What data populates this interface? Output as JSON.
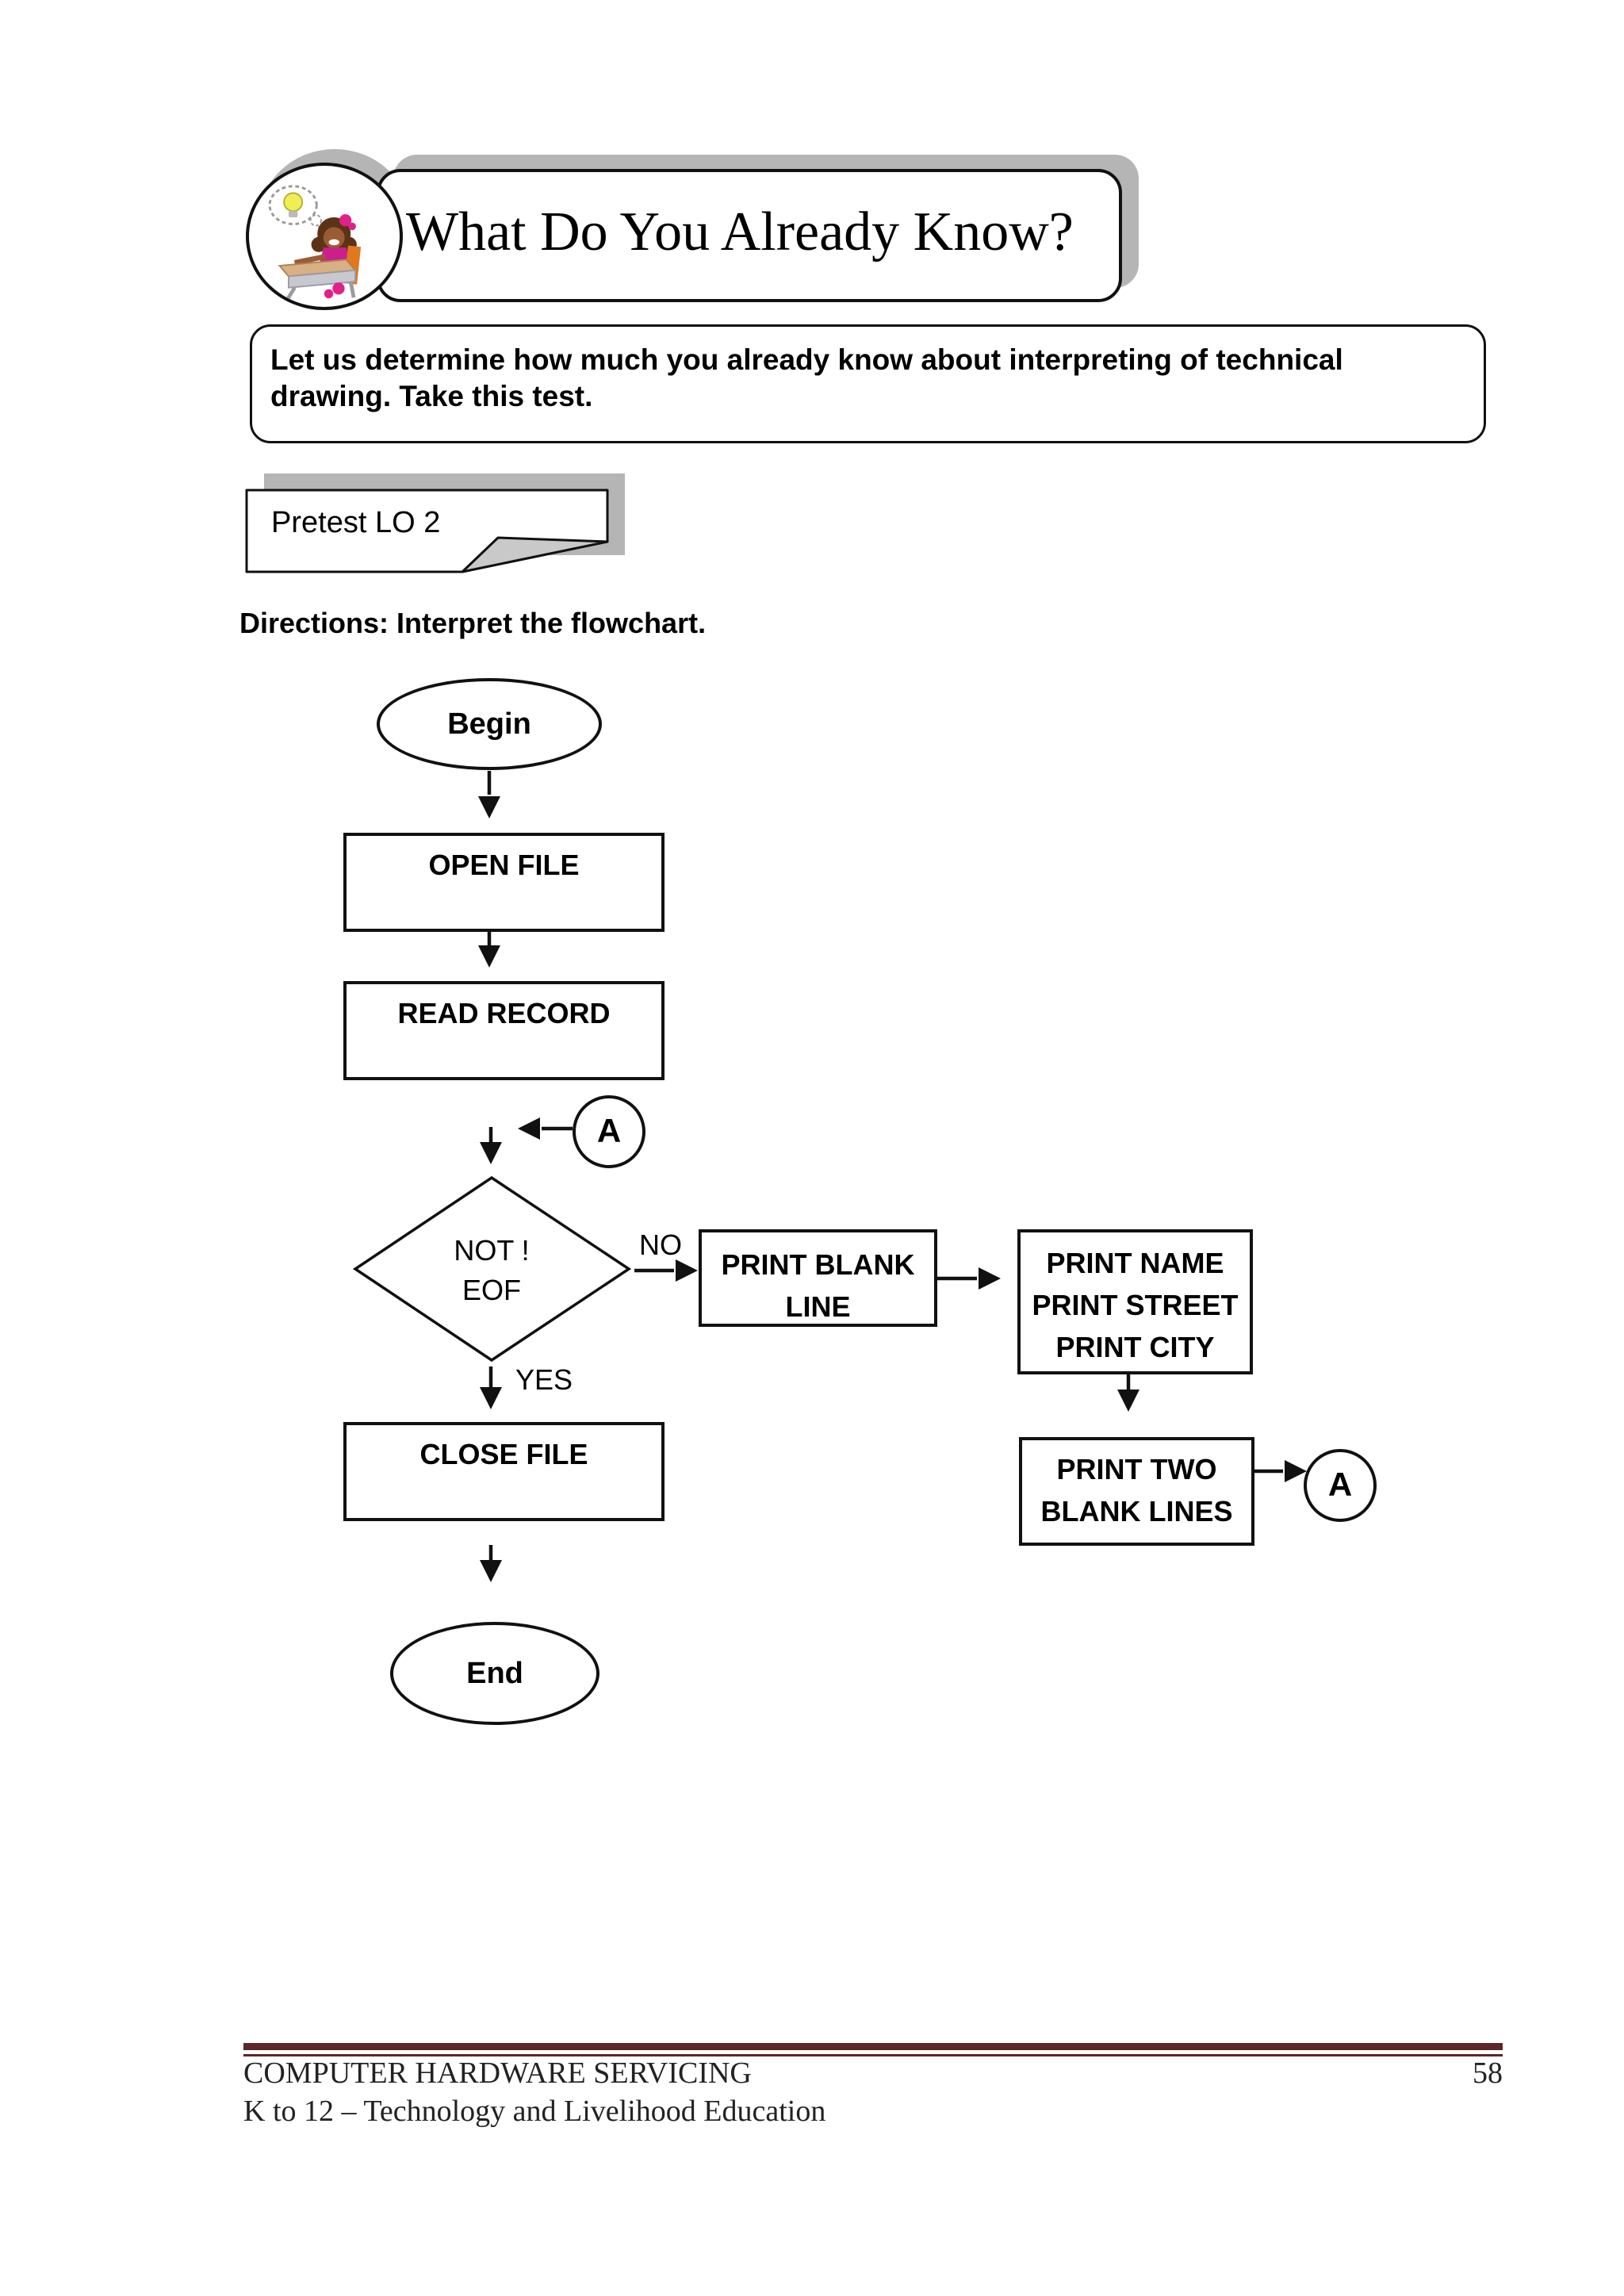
{
  "header": {
    "title": "What Do You Already Know?"
  },
  "intro": {
    "lines": [
      "Let us determine how much you already know about interpreting of technical",
      "drawing.  Take this test."
    ]
  },
  "pretest": {
    "label": "Pretest LO 2"
  },
  "directions": "Directions: Interpret the flowchart.",
  "flowchart": {
    "begin": "Begin",
    "open_file": "OPEN FILE",
    "read_record": "READ RECORD",
    "connector_a": "A",
    "decision": {
      "line1": "NOT !",
      "line2": "EOF"
    },
    "no_label": "NO",
    "yes_label": "YES",
    "print_blank": {
      "line1": "PRINT BLANK",
      "line2": "LINE"
    },
    "print_name": {
      "line1": "PRINT NAME",
      "line2": "PRINT STREET",
      "line3": "PRINT CITY"
    },
    "print_two": {
      "line1": "PRINT TWO",
      "line2": "BLANK LINES"
    },
    "close_file": "CLOSE FILE",
    "end": "End"
  },
  "footer": {
    "line1": "COMPUTER HARDWARE SERVICING",
    "line2": "K to 12 – Technology and Livelihood Education",
    "page_number": "58"
  },
  "colors": {
    "footer_accent": "#5e2627",
    "shadow_gray": "#b5b5b5",
    "ink": "#111111"
  },
  "icons": {
    "badge": "student-lightbulb-cartoon-icon"
  }
}
